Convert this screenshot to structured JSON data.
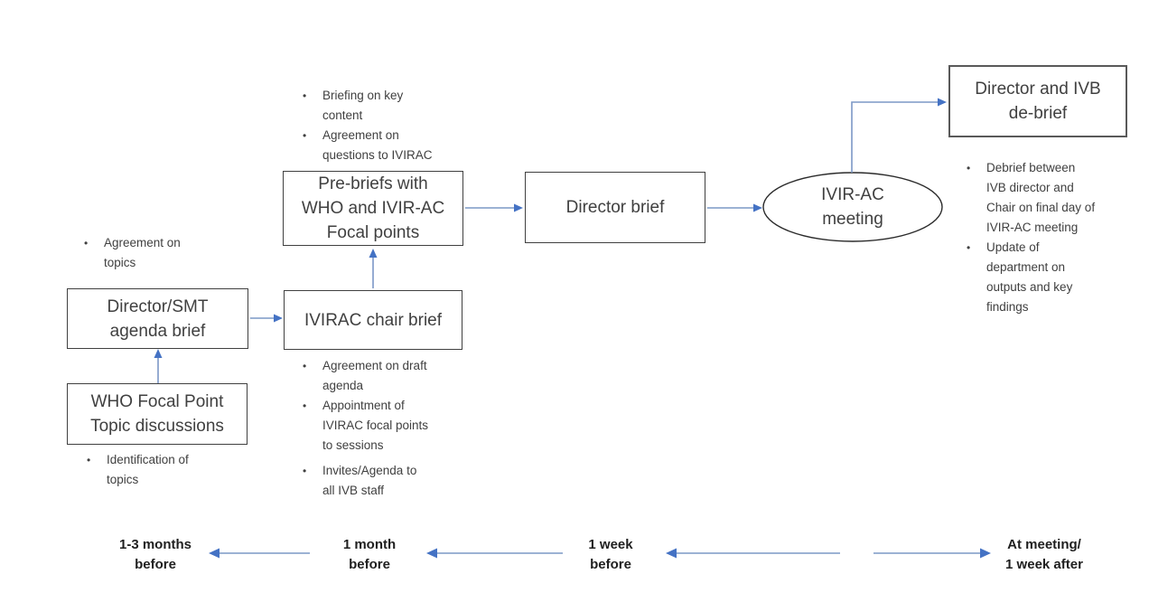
{
  "colors": {
    "connector_line": "#7C98C6",
    "arrowhead": "#4472C4",
    "box_border": "#404040",
    "debrief_box_border": "#595959",
    "ellipse_border": "#2B2B2B",
    "body_text": "#404040",
    "timeline_text": "#1F1F1F",
    "background": "#FFFFFF"
  },
  "boxes": {
    "who_focal_point": {
      "label": "WHO Focal Point\nTopic discussions"
    },
    "director_smt": {
      "label": "Director/SMT\nagenda brief"
    },
    "ivirac_chair": {
      "label": "IVIRAC chair brief"
    },
    "pre_briefs": {
      "label": "Pre-briefs with\nWHO and IVIR-AC\nFocal points"
    },
    "director_brief": {
      "label": "Director brief"
    },
    "ivirac_meeting": {
      "label": "IVIR-AC\nmeeting"
    },
    "director_ivb_debrief": {
      "label": "Director and IVB\nde-brief"
    }
  },
  "notes": {
    "agreement_topics": [
      "Agreement on\ntopics"
    ],
    "identification_topics": [
      "Identification of\ntopics"
    ],
    "pre_brief": [
      "Briefing on key\ncontent",
      "Agreement on\nquestions to IVIRAC"
    ],
    "chair_brief": [
      "Agreement on draft\nagenda",
      "Appointment of\nIVIRAC focal points\nto sessions",
      "Invites/Agenda to\nall IVB staff"
    ],
    "debrief": [
      "Debrief between\nIVB director and\nChair on final day of\nIVIR-AC meeting",
      "Update of\ndepartment on\noutputs and key\nfindings"
    ]
  },
  "timeline": {
    "labels": [
      "1-3 months\nbefore",
      "1 month\nbefore",
      "1 week\nbefore",
      "At meeting/\n1 week after"
    ]
  }
}
